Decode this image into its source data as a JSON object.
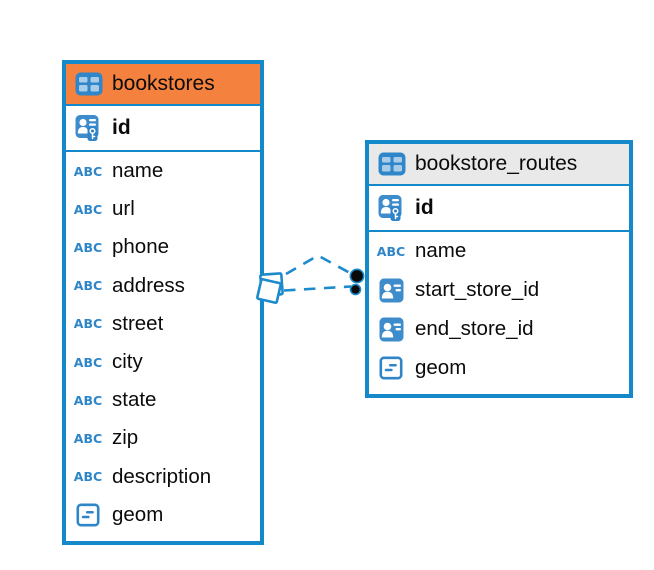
{
  "diagram": {
    "type": "entity-relationship",
    "background": "#ffffff",
    "colors": {
      "table_border": "#1489C9",
      "accent_blue": "#2E86C9",
      "icon_fill_blue": "#3E8CCB",
      "bookstores_header": "#F5813E",
      "bookstore_routes_header": "#E9E9E9",
      "relationship_line": "#1D8BCB",
      "text": "#0B0B0B"
    },
    "tables": [
      {
        "name": "bookstores",
        "header_color": "#F5813E",
        "header_icon": "table-icon",
        "primary_key": {
          "name": "id",
          "type": "pk",
          "icon": "primary-key-icon"
        },
        "columns": [
          {
            "name": "name",
            "type": "text",
            "icon": "text-type-icon"
          },
          {
            "name": "url",
            "type": "text",
            "icon": "text-type-icon"
          },
          {
            "name": "phone",
            "type": "text",
            "icon": "text-type-icon"
          },
          {
            "name": "address",
            "type": "text",
            "icon": "text-type-icon"
          },
          {
            "name": "street",
            "type": "text",
            "icon": "text-type-icon"
          },
          {
            "name": "city",
            "type": "text",
            "icon": "text-type-icon"
          },
          {
            "name": "state",
            "type": "text",
            "icon": "text-type-icon"
          },
          {
            "name": "zip",
            "type": "text",
            "icon": "text-type-icon"
          },
          {
            "name": "description",
            "type": "text",
            "icon": "text-type-icon"
          },
          {
            "name": "geom",
            "type": "geometry",
            "icon": "geometry-type-icon"
          }
        ]
      },
      {
        "name": "bookstore_routes",
        "header_color": "#E9E9E9",
        "header_icon": "table-icon",
        "primary_key": {
          "name": "id",
          "type": "pk",
          "icon": "primary-key-icon"
        },
        "columns": [
          {
            "name": "name",
            "type": "text",
            "icon": "text-type-icon"
          },
          {
            "name": "start_store_id",
            "type": "ref",
            "icon": "reference-type-icon"
          },
          {
            "name": "end_store_id",
            "type": "ref",
            "icon": "reference-type-icon"
          },
          {
            "name": "geom",
            "type": "geometry",
            "icon": "geometry-type-icon"
          }
        ]
      }
    ],
    "relationship": {
      "from_table": "bookstores",
      "to_table": "bookstore_routes",
      "line_style": "dashed",
      "source_marker": "stacked-squares",
      "target_marker": "black-dots"
    }
  }
}
